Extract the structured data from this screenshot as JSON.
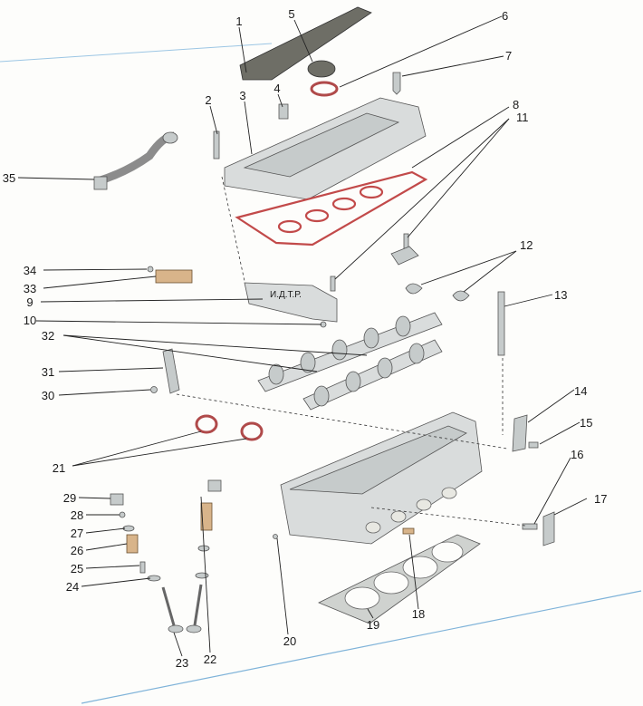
{
  "diagram": {
    "stamp_text": "И.Д.Т.Р.",
    "labels": [
      "1",
      "2",
      "3",
      "4",
      "5",
      "6",
      "7",
      "8",
      "9",
      "10",
      "11",
      "12",
      "13",
      "14",
      "15",
      "16",
      "17",
      "18",
      "19",
      "20",
      "21",
      "22",
      "23",
      "24",
      "25",
      "26",
      "27",
      "28",
      "29",
      "30",
      "31",
      "32",
      "33",
      "34",
      "35"
    ]
  },
  "colors": {
    "gasket": "#c24a4a",
    "metal": "#d9dcdc",
    "cover_strip": "#6e6e66",
    "border_line": "#7fb3d9"
  }
}
